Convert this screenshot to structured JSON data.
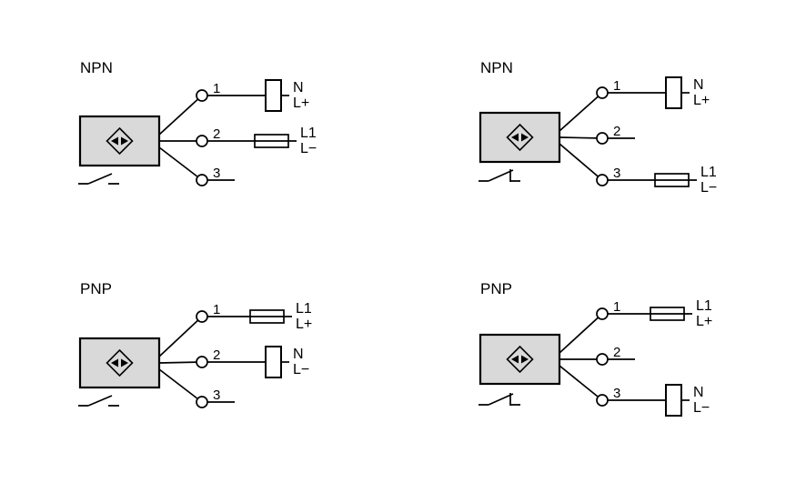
{
  "colors": {
    "background": "#ffffff",
    "stroke": "#000000",
    "sensor_fill": "#d9d9d9"
  },
  "diagrams": [
    {
      "title": "NPN",
      "switch_type": "normally-open-contact-icon",
      "terminals": [
        {
          "number": "1",
          "load": "load-vertical",
          "label_top": "N",
          "label_bottom": "L+"
        },
        {
          "number": "2",
          "load": "fuse",
          "label_top": "L1",
          "label_bottom": "L−"
        },
        {
          "number": "3",
          "load": "none",
          "label_top": "",
          "label_bottom": ""
        }
      ]
    },
    {
      "title": "NPN",
      "switch_type": "normally-closed-contact-icon",
      "terminals": [
        {
          "number": "1",
          "load": "load-vertical",
          "label_top": "N",
          "label_bottom": "L+"
        },
        {
          "number": "2",
          "load": "none",
          "label_top": "",
          "label_bottom": ""
        },
        {
          "number": "3",
          "load": "fuse",
          "label_top": "L1",
          "label_bottom": "L−"
        }
      ]
    },
    {
      "title": "PNP",
      "switch_type": "normally-open-contact-icon",
      "terminals": [
        {
          "number": "1",
          "load": "fuse",
          "label_top": "L1",
          "label_bottom": "L+"
        },
        {
          "number": "2",
          "load": "load-vertical",
          "label_top": "N",
          "label_bottom": "L−"
        },
        {
          "number": "3",
          "load": "none",
          "label_top": "",
          "label_bottom": ""
        }
      ]
    },
    {
      "title": "PNP",
      "switch_type": "normally-closed-contact-icon",
      "terminals": [
        {
          "number": "1",
          "load": "fuse",
          "label_top": "L1",
          "label_bottom": "L+"
        },
        {
          "number": "2",
          "load": "none",
          "label_top": "",
          "label_bottom": ""
        },
        {
          "number": "3",
          "load": "load-vertical",
          "label_top": "N",
          "label_bottom": "L−"
        }
      ]
    }
  ]
}
